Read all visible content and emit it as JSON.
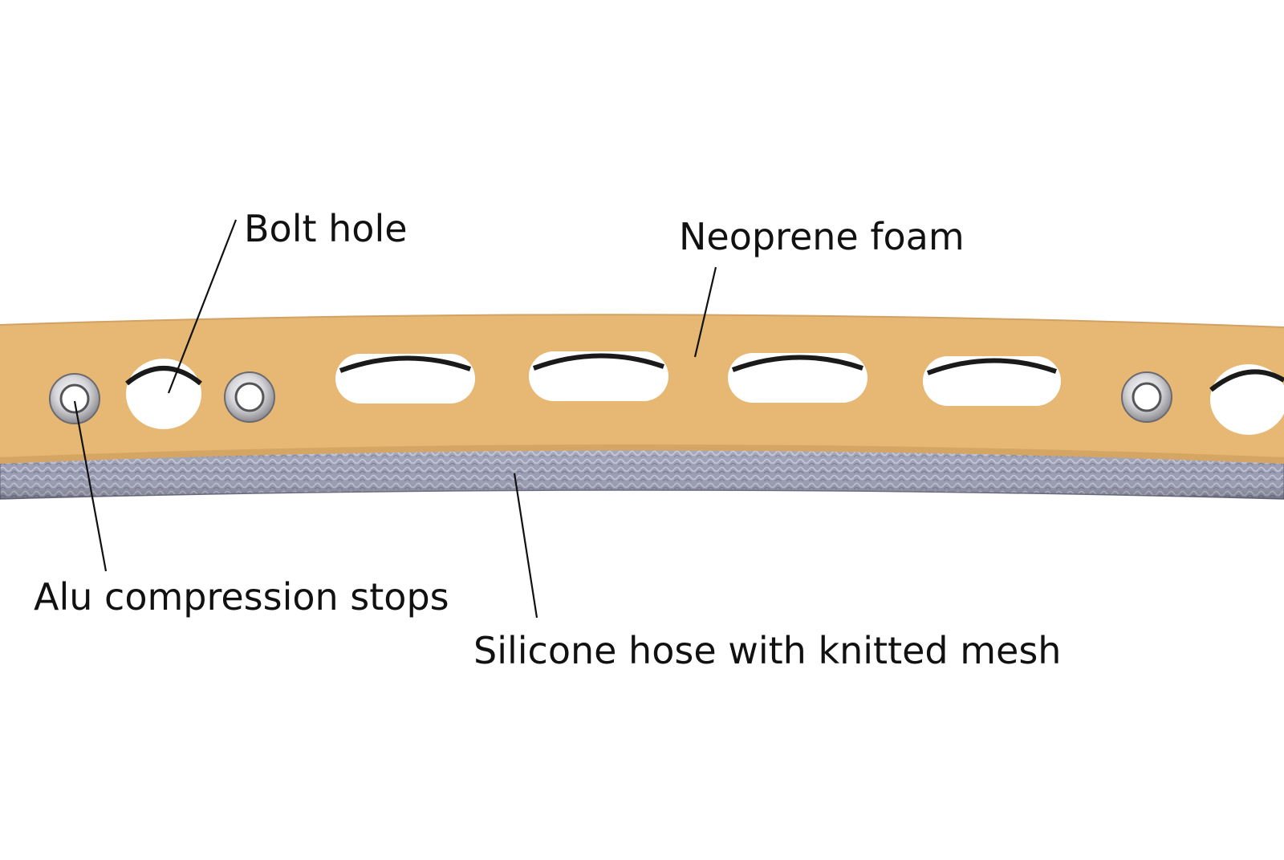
{
  "labels": {
    "bolt_hole": "Bolt hole",
    "neoprene_foam": "Neoprene foam",
    "alu_stops": "Alu compression stops",
    "silicone_hose": "Silicone hose with knitted mesh"
  },
  "colors": {
    "background": "#ffffff",
    "foam": "#e6b873",
    "foam_shadow": "#c9975a",
    "hose": "#9a9cb2",
    "hose_dark": "#6e7088",
    "hole_edge": "#1a1a1a",
    "alu": "#c8c8cc",
    "leader_line": "#111111",
    "text": "#111111"
  }
}
